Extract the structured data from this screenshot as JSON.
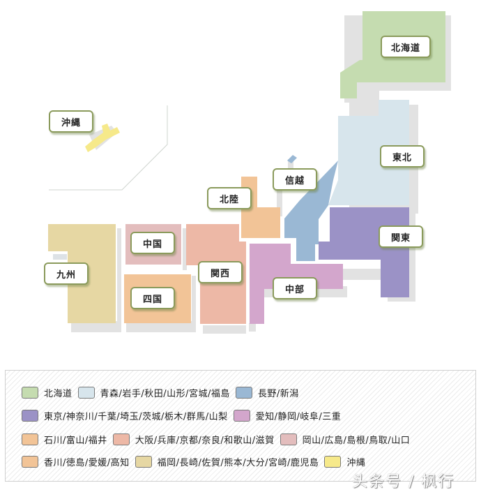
{
  "map": {
    "title": "Japan regions map",
    "regions": [
      {
        "id": "hokkaido",
        "label": "北海道",
        "color": "#c5dcb0"
      },
      {
        "id": "tohoku",
        "label": "東北",
        "color": "#d7e5ec"
      },
      {
        "id": "shinetsu",
        "label": "信越",
        "color": "#9ab8d4"
      },
      {
        "id": "hokuriku",
        "label": "北陸",
        "color": "#f2c497"
      },
      {
        "id": "kanto",
        "label": "関東",
        "color": "#9b92c6"
      },
      {
        "id": "chubu",
        "label": "中部",
        "color": "#d3a6cc"
      },
      {
        "id": "kansai",
        "label": "関西",
        "color": "#edb8a6"
      },
      {
        "id": "chugoku",
        "label": "中国",
        "color": "#e3bdbd"
      },
      {
        "id": "shikoku",
        "label": "四国",
        "color": "#f2c497"
      },
      {
        "id": "kyushu",
        "label": "九州",
        "color": "#e6d7a3"
      },
      {
        "id": "okinawa",
        "label": "沖縄",
        "color": "#f6e98a"
      }
    ]
  },
  "legend": {
    "rows": [
      [
        {
          "region": "hokkaido",
          "color": "#c5dcb0",
          "text": "北海道"
        },
        {
          "region": "tohoku",
          "color": "#d7e5ec",
          "text": "青森/岩手/秋田/山形/宮城/福島"
        },
        {
          "region": "shinetsu",
          "color": "#9ab8d4",
          "text": "長野/新潟"
        }
      ],
      [
        {
          "region": "kanto",
          "color": "#9b92c6",
          "text": "東京/神奈川/千葉/埼玉/茨城/栃木/群馬/山梨"
        },
        {
          "region": "chubu",
          "color": "#d3a6cc",
          "text": "愛知/静岡/岐阜/三重"
        }
      ],
      [
        {
          "region": "hokuriku",
          "color": "#f2c497",
          "text": "石川/富山/福井"
        },
        {
          "region": "kansai",
          "color": "#edb8a6",
          "text": "大阪/兵庫/京都/奈良/和歌山/滋賀"
        },
        {
          "region": "chugoku",
          "color": "#e3bdbd",
          "text": "岡山/広島/島根/鳥取/山口"
        }
      ],
      [
        {
          "region": "shikoku",
          "color": "#f2c497",
          "text": "香川/徳島/愛媛/高知"
        },
        {
          "region": "kyushu",
          "color": "#e6d7a3",
          "text": "福岡/長崎/佐賀/熊本/大分/宮崎/鹿児島"
        },
        {
          "region": "okinawa",
          "color": "#f6e98a",
          "text": "沖縄"
        }
      ]
    ]
  },
  "watermark": "头条号 / 枫行"
}
